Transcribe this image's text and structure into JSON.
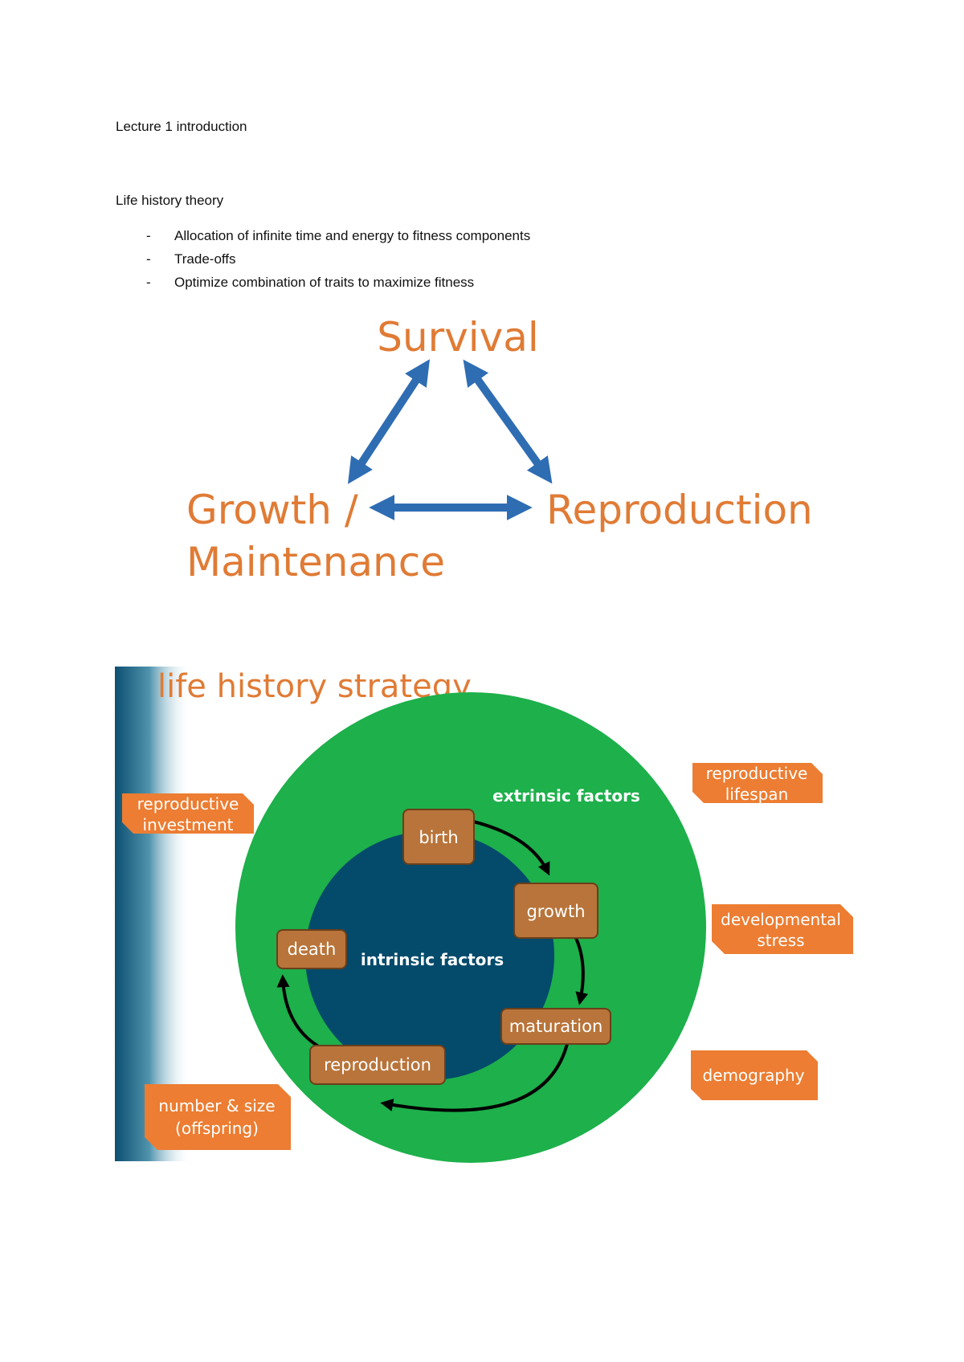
{
  "document": {
    "heading": "Lecture 1 introduction",
    "section_title": "Life history theory",
    "bullets": [
      "Allocation of infinite time and energy to fitness components",
      "Trade-offs",
      "Optimize combination of traits to maximize fitness"
    ]
  },
  "triangle_diagram": {
    "top": "Survival",
    "left_line1": "Growth /",
    "left_line2": "Maintenance",
    "right": "Reproduction",
    "accent_color": "#e07b35",
    "arrow_color": "#2f6db3"
  },
  "strategy_diagram": {
    "title": "life history strategy",
    "outer_label": "extrinsic factors",
    "inner_label": "intrinsic factors",
    "stages": {
      "birth": "birth",
      "growth": "growth",
      "maturation": "maturation",
      "reproduction": "reproduction",
      "death": "death"
    },
    "side_boxes": {
      "reproductive_investment": [
        "reproductive",
        "investment"
      ],
      "number_size": [
        "number & size",
        "(offspring)"
      ],
      "reproductive_lifespan": [
        "reproductive",
        "lifespan"
      ],
      "developmental_stress": [
        "developmental",
        "stress"
      ],
      "demography": "demography"
    },
    "colors": {
      "outer_circle": "#1db04b",
      "inner_circle": "#034a6b",
      "stage_box": "#b8743a",
      "side_box": "#ec7d32",
      "title": "#e07b35"
    }
  }
}
